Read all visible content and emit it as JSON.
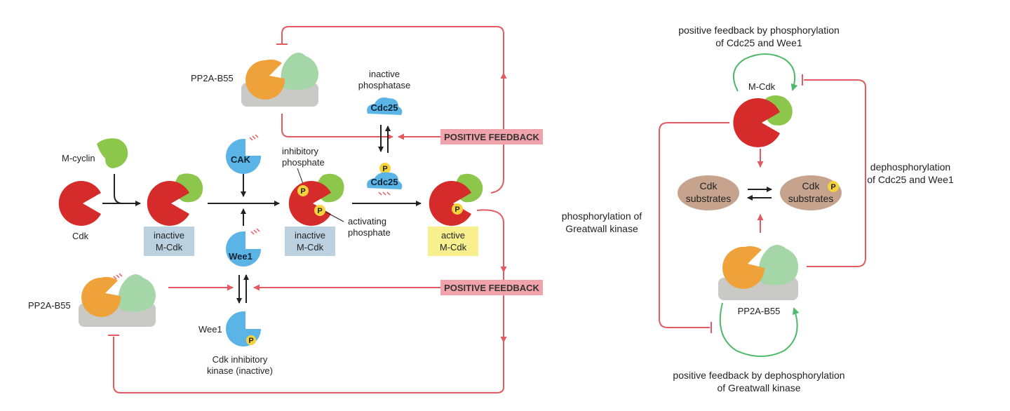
{
  "colors": {
    "cdk_red": "#d62b2b",
    "cyclin_green": "#8cc64a",
    "pp2a_orange": "#f0a23a",
    "pp2a_lightgreen": "#a5d6a8",
    "base_gray": "#c9cac5",
    "kinase_blue": "#5bb4e6",
    "feedback_red": "#e25b63",
    "feedback_box": "#f0a3aa",
    "inactive_box": "#bcd1df",
    "active_box": "#f8f08f",
    "substrate_brown": "#c6a38d",
    "phosphate_yellow": "#f6d23c",
    "loop_green": "#4fb86a"
  },
  "left": {
    "m_cyclin_label": "M-cyclin",
    "cdk_label": "Cdk",
    "inactive_mcdk_1": [
      "inactive",
      "M-Cdk"
    ],
    "inactive_mcdk_2": [
      "inactive",
      "M-Cdk"
    ],
    "active_mcdk": [
      "active",
      "M-Cdk"
    ],
    "cak_label": "CAK",
    "wee1_active_label": "Wee1",
    "wee1_inactive_side_label": "Wee1",
    "cdk_inhibitory_kinase": [
      "Cdk inhibitory",
      "kinase (inactive)"
    ],
    "inhibitory_phosphate": [
      "inhibitory",
      "phosphate"
    ],
    "activating_phosphate": [
      "activating",
      "phosphate"
    ],
    "inactive_phosphatase": [
      "inactive",
      "phosphatase"
    ],
    "cdc25_top": "Cdc25",
    "cdc25_bottom": "Cdc25",
    "pp2a_top": "PP2A-B55",
    "pp2a_bottom": "PP2A-B55",
    "positive_feedback_top": "POSITIVE FEEDBACK",
    "positive_feedback_bottom": "POSITIVE FEEDBACK",
    "phosphate_symbol": "P"
  },
  "right": {
    "top_caption": [
      "positive feedback by phosphorylation",
      "of Cdc25 and Wee1"
    ],
    "mcdk_label": "M-Cdk",
    "right_caption": [
      "dephosphorylation",
      "of Cdc25 and Wee1"
    ],
    "left_caption": [
      "phosphorylation of",
      "Greatwall kinase"
    ],
    "substrate_left": [
      "Cdk",
      "substrates"
    ],
    "substrate_right": [
      "Cdk",
      "substrates"
    ],
    "pp2a_label": "PP2A-B55",
    "bottom_caption": [
      "positive feedback by dephosphorylation",
      "of Greatwall kinase"
    ],
    "phosphate_symbol": "P"
  }
}
